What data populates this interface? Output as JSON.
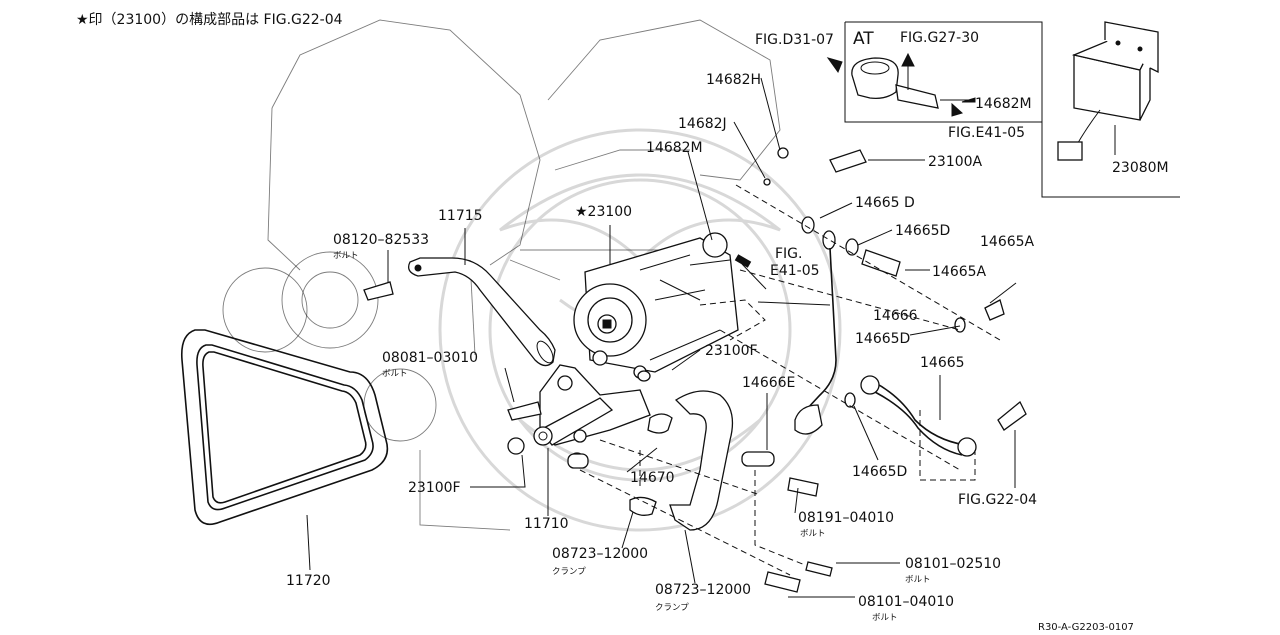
{
  "header_note": "★印（23100）の構成部品は FIG.G22-04",
  "drawing_code": "R30-A-G2203-0107",
  "inset": {
    "title": "AT",
    "refs": [
      "FIG.D31-07",
      "FIG.G27-30",
      "FIG.E41-05"
    ],
    "part": "14682M"
  },
  "labels": {
    "p23080M": "23080M",
    "p14682H": "14682H",
    "p14682J": "14682J",
    "p14682M": "14682M",
    "p23100A": "23100A",
    "p23100": "★23100",
    "p11715": "11715",
    "p08120": "08120–82533",
    "p08120_sub": "ボルト",
    "p14665D_a": "14665 D",
    "p14665D_b": "14665D",
    "p14665A_top": "14665A",
    "p14665A": "14665A",
    "fig_e41_a": "FIG.",
    "fig_e41_b": "E41-05",
    "p14666": "14666",
    "p14665D_c": "14665D",
    "p14665": "14665",
    "p23100F_a": "23100F",
    "p08081": "08081–03010",
    "p08081_sub": "ボルト",
    "p14666E": "14666E",
    "p14665D_d": "14665D",
    "p14670": "14670",
    "p23100F_b": "23100F",
    "p11710": "11710",
    "fig_g22": "FIG.G22-04",
    "p08191": "08191–04010",
    "p08191_sub": "ボルト",
    "p08723_a": "08723–12000",
    "p08723_a_sub": "クランプ",
    "p08101_a": "08101–02510",
    "p08101_a_sub": "ボルト",
    "p08723_b": "08723–12000",
    "p08723_b_sub": "クランプ",
    "p08101_b": "08101–04010",
    "p08101_b_sub": "ボルト",
    "p11720": "11720"
  }
}
